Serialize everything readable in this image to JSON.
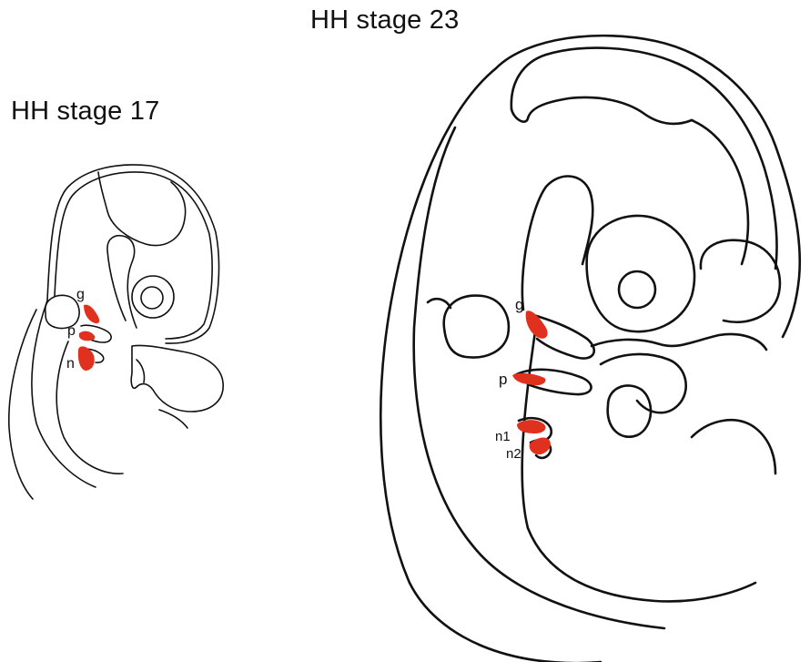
{
  "titles": {
    "stage17": "HH stage 17",
    "stage23": "HH stage 23"
  },
  "colors": {
    "line": "#111111",
    "mark": "#e0301e"
  },
  "stage17": {
    "labels": {
      "g": "g",
      "p": "p",
      "n": "n"
    }
  },
  "stage23": {
    "labels": {
      "g": "g",
      "p": "p",
      "n1": "n1",
      "n2": "n2"
    }
  }
}
